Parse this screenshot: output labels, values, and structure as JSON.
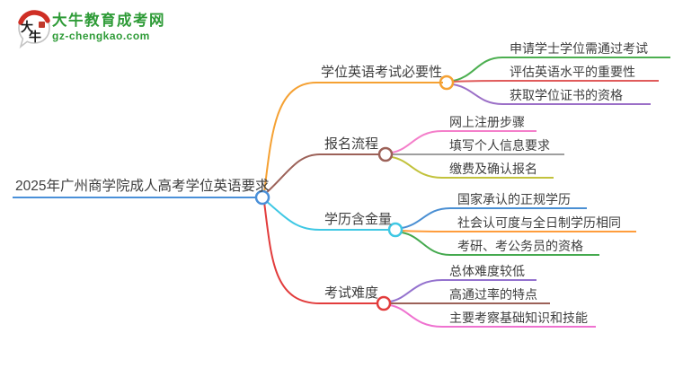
{
  "logo": {
    "icon": "dainiu-speech-bubble",
    "title": "大牛教育成考网",
    "domain": "gz-chengkao.com",
    "brand_color": "#2e9b37",
    "seal_color": "#cf2f25"
  },
  "mindmap": {
    "root": {
      "label": "2025年广州商学院成人高考学位英语要求",
      "color": "#4a90d9"
    },
    "branches": [
      {
        "label": "学位英语考试必要性",
        "color": "#f5a133",
        "children": [
          {
            "label": "申请学士学位需通过考试",
            "color": "#4caf50"
          },
          {
            "label": "评估英语水平的重要性",
            "color": "#e05b5b"
          },
          {
            "label": "获取学位证书的资格",
            "color": "#9b6fc7"
          }
        ]
      },
      {
        "label": "报名流程",
        "color": "#9c6158",
        "children": [
          {
            "label": "网上注册步骤",
            "color": "#f47fca"
          },
          {
            "label": "填写个人信息要求",
            "color": "#9e9e9e"
          },
          {
            "label": "缴费及确认报名",
            "color": "#c2c23c"
          }
        ]
      },
      {
        "label": "学历含金量",
        "color": "#3fc8e4",
        "children": [
          {
            "label": "国家承认的正规学历",
            "color": "#4a8fd3"
          },
          {
            "label": "社会认可度与全日制学历相同",
            "color": "#ff9d3c"
          },
          {
            "label": "考研、考公务员的资格",
            "color": "#44a94e"
          }
        ]
      },
      {
        "label": "考试难度",
        "color": "#e23c3c",
        "children": [
          {
            "label": "总体难度较低",
            "color": "#9472ce"
          },
          {
            "label": "高通过率的特点",
            "color": "#9c6158"
          },
          {
            "label": "主要考察基础知识和技能",
            "color": "#ef72d0"
          }
        ]
      }
    ]
  }
}
